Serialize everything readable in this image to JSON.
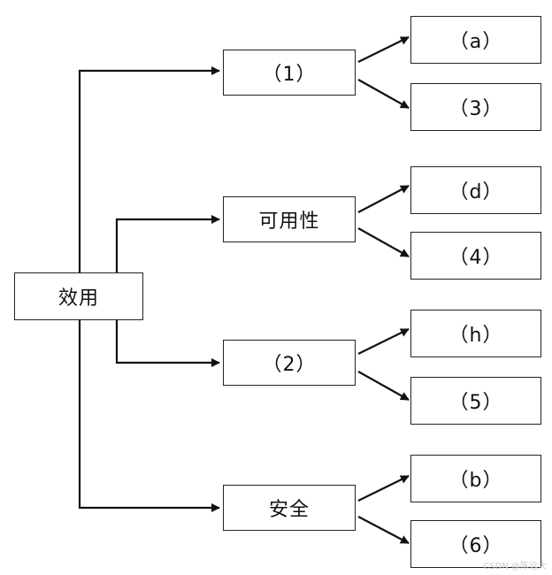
{
  "diagram": {
    "root": {
      "label": "效用"
    },
    "branches": [
      {
        "label": "（1）",
        "leaves": [
          "（a）",
          "（3）"
        ]
      },
      {
        "label": "可用性",
        "leaves": [
          "（d）",
          "（4）"
        ]
      },
      {
        "label": "（2）",
        "leaves": [
          "（h）",
          "（5）"
        ]
      },
      {
        "label": "安全",
        "leaves": [
          "（b）",
          "（6）"
        ]
      }
    ]
  },
  "watermark": "CSDN @陈远大"
}
